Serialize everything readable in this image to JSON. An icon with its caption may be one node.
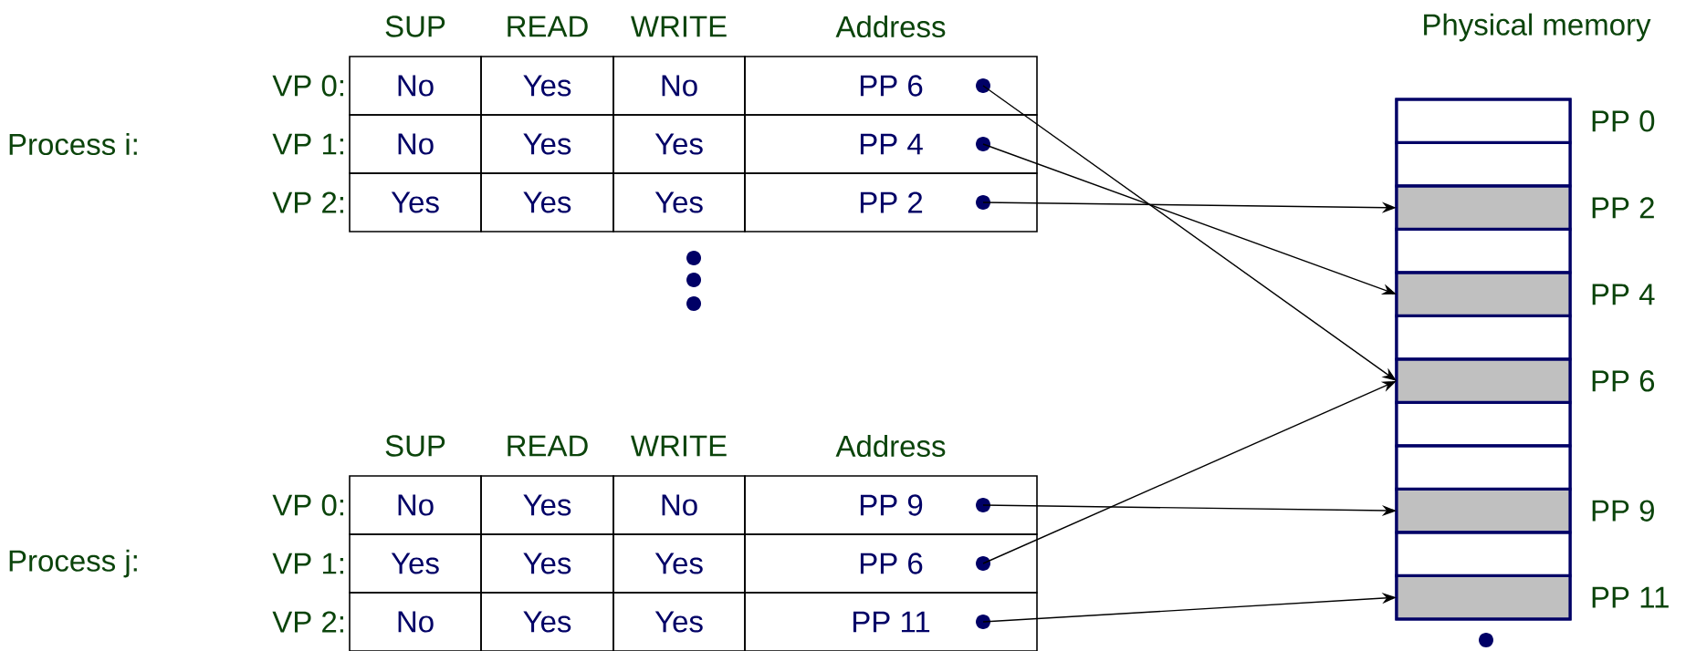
{
  "diagram": {
    "nodes": [
      {
        "text": [
          "PP 6"
        ]
      },
      {
        "text": [
          "PP 4"
        ]
      },
      {
        "text": [
          "PP 2"
        ]
      },
      {
        "text": [
          "PP 9"
        ]
      },
      {
        "text": [
          "PP 6"
        ]
      },
      {
        "text": [
          "PP 11"
        ]
      },
      {
        "text": [
          "Physical memory"
        ]
      },
      {
        "text": [],
        "shape": "box",
        "in": 6,
        "beside": [
          "PP 0"
        ]
      },
      {
        "text": [],
        "shape": "box",
        "in": 6
      },
      {
        "text": [],
        "shape": "box",
        "in": 6,
        "beside": [
          "PP 2"
        ]
      },
      {
        "text": [],
        "shape": "box",
        "in": 6
      },
      {
        "text": [],
        "shape": "box",
        "in": 6,
        "beside": [
          "PP 4"
        ]
      },
      {
        "text": [],
        "shape": "box",
        "in": 6
      },
      {
        "text": [],
        "shape": "box",
        "in": 6,
        "beside": [
          "PP 6"
        ]
      },
      {
        "text": [],
        "shape": "box",
        "in": 6
      },
      {
        "text": [],
        "shape": "box",
        "in": 6
      },
      {
        "text": [],
        "shape": "box",
        "in": 6,
        "beside": [
          "PP 9"
        ]
      },
      {
        "text": [],
        "shape": "box",
        "in": 6
      },
      {
        "text": [],
        "shape": "box",
        "in": 6,
        "beside": [
          "PP 11"
        ]
      }
    ],
    "edges": [
      {
        "from": 0,
        "to": 13,
        "arrow": "to"
      },
      {
        "from": 1,
        "to": 11,
        "arrow": "to"
      },
      {
        "from": 2,
        "to": 9,
        "arrow": "to"
      },
      {
        "from": 3,
        "to": 16,
        "arrow": "to"
      },
      {
        "from": 4,
        "to": 13,
        "arrow": "to"
      },
      {
        "from": 5,
        "to": 18,
        "arrow": "to"
      }
    ],
    "labels": [
      "SUP",
      "READ",
      "WRITE",
      "Address",
      "VP 0:",
      "No",
      "Yes",
      "No",
      "Process i:",
      "VP 1:",
      "No",
      "Yes",
      "Yes",
      "VP 2:",
      "Yes",
      "Yes",
      "Yes",
      "SUP",
      "READ",
      "WRITE",
      "Address",
      "VP 0:",
      "No",
      "Yes",
      "No",
      "Process j:",
      "VP 1:",
      "Yes",
      "Yes",
      "Yes",
      "VP 2:",
      "No",
      "Yes",
      "Yes"
    ]
  }
}
